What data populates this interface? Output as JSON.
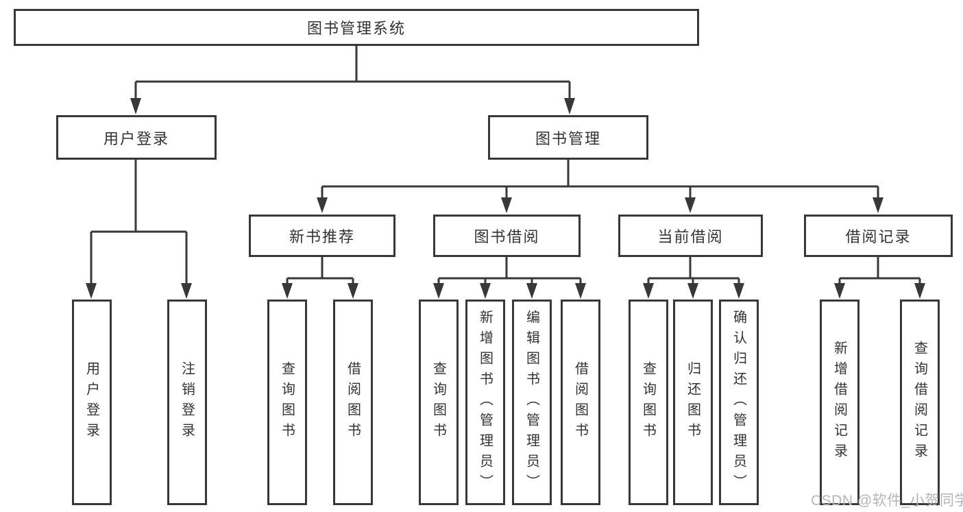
{
  "tree": {
    "root": {
      "label": "图书管理系统"
    },
    "branches": [
      {
        "label": "用户登录",
        "children": [
          {
            "label": "用户登录"
          },
          {
            "label": "注销登录"
          }
        ]
      },
      {
        "label": "图书管理",
        "children": [
          {
            "label": "新书推荐",
            "children": [
              {
                "label": "查询图书"
              },
              {
                "label": "借阅图书"
              }
            ]
          },
          {
            "label": "图书借阅",
            "children": [
              {
                "label": "查询图书"
              },
              {
                "label": "新增图书（管理员）"
              },
              {
                "label": "编辑图书（管理员）"
              },
              {
                "label": "借阅图书"
              }
            ]
          },
          {
            "label": "当前借阅",
            "children": [
              {
                "label": "查询图书"
              },
              {
                "label": "归还图书"
              },
              {
                "label": "确认归还（管理员）"
              }
            ]
          },
          {
            "label": "借阅记录",
            "children": [
              {
                "label": "新增借阅记录"
              },
              {
                "label": "查询借阅记录"
              }
            ]
          }
        ]
      }
    ]
  },
  "watermark": {
    "text": "CSDN @软件_小贺同学"
  },
  "colors": {
    "line": "#383838",
    "box_border": "#383838",
    "box_fill": "#ffffff",
    "text": "#333333",
    "watermark": "#b5b5b5",
    "background": "#ffffff"
  }
}
